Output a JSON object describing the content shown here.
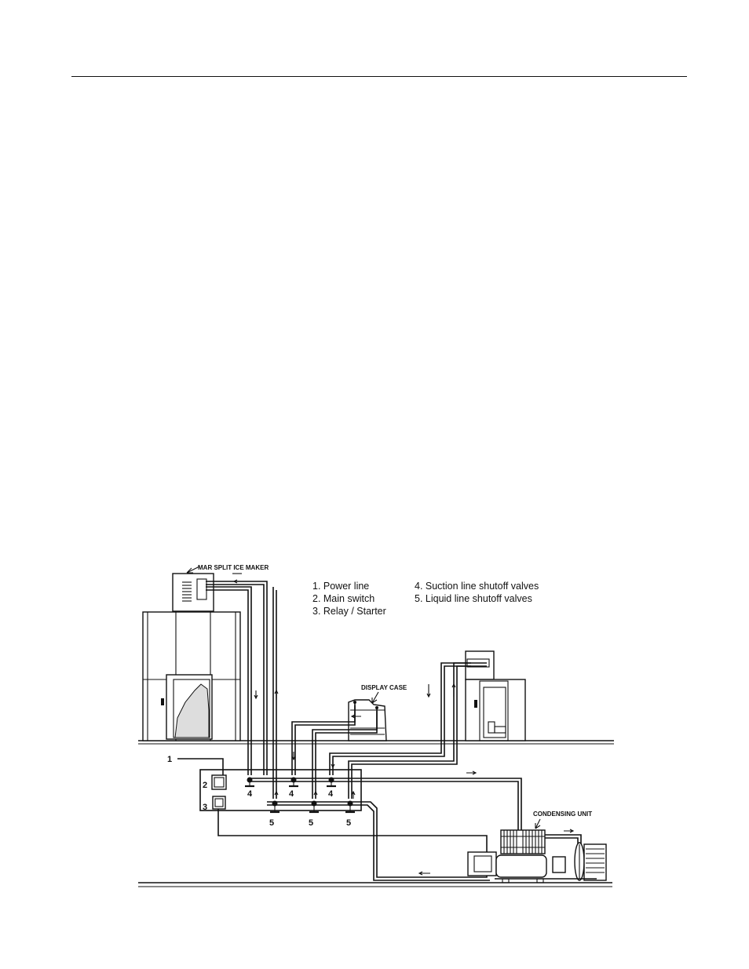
{
  "labels": {
    "ice_maker": "MAR SPLIT ICE MAKER",
    "display_case": "DISPLAY CASE",
    "condensing_unit": "CONDENSING UNIT"
  },
  "legend": [
    {
      "text": "1.   Power line"
    },
    {
      "text": "2.   Main switch"
    },
    {
      "text": "3.   Relay / Starter"
    },
    {
      "text": "4.   Suction line shutoff valves"
    },
    {
      "text": "5.   Liquid line shutoff valves"
    }
  ],
  "callouts": {
    "power_line": "1",
    "main_switch": "2",
    "relay_starter": "3",
    "suction_valves": [
      "4",
      "4",
      "4"
    ],
    "liquid_valves": [
      "5",
      "5",
      "5"
    ]
  }
}
